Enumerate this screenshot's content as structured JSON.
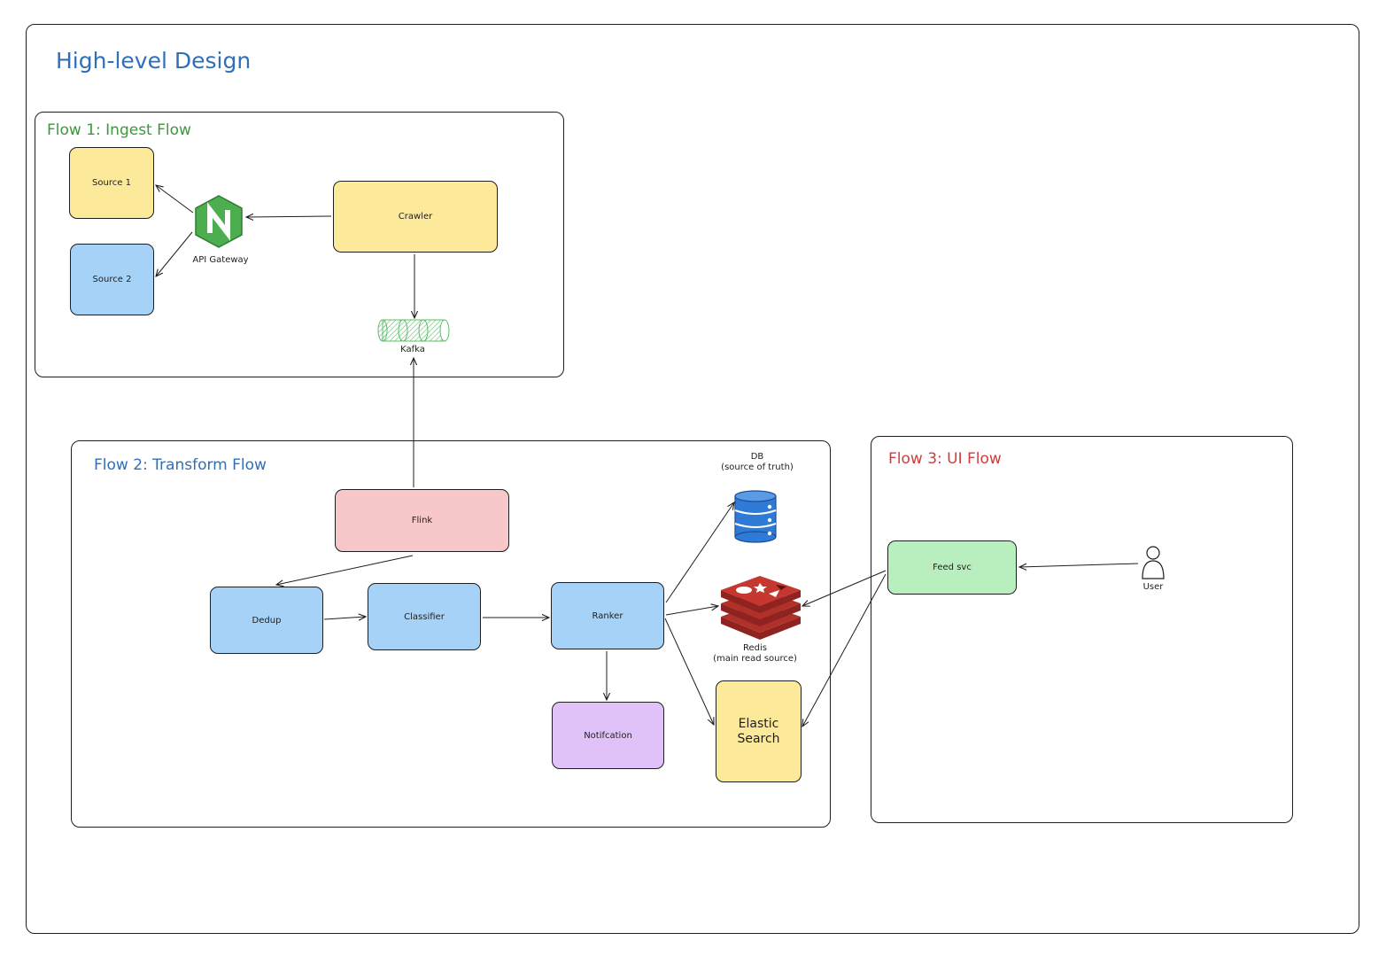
{
  "page_title": "High-level Design",
  "flows": {
    "ingest": {
      "title": "Flow 1: Ingest Flow",
      "source1": "Source 1",
      "source2": "Source 2",
      "gateway": "API Gateway",
      "crawler": "Crawler",
      "kafka": "Kafka"
    },
    "transform": {
      "title": "Flow 2: Transform Flow",
      "flink": "Flink",
      "dedup": "Dedup",
      "classifier": "Classifier",
      "ranker": "Ranker",
      "notification": "Notifcation",
      "db": "DB\n(source of truth)",
      "redis": "Redis\n(main read source)",
      "elastic": "Elastic\nSearch"
    },
    "ui": {
      "title": "Flow 3: UI Flow",
      "feed": "Feed svc",
      "user": "User"
    }
  },
  "colors": {
    "page_title": "#2f6fba",
    "ingest_title": "#3a9a3a",
    "transform_title": "#2f6fba",
    "ui_title": "#d03c3c",
    "yellow": "#fde99a",
    "blue": "#a7d2f8",
    "pink": "#f8c7c9",
    "purple": "#e1c2f8",
    "green": "#b9efbe",
    "nginx": "#4cae4f",
    "db": "#2f7ad6",
    "redis": "#b0302a"
  }
}
